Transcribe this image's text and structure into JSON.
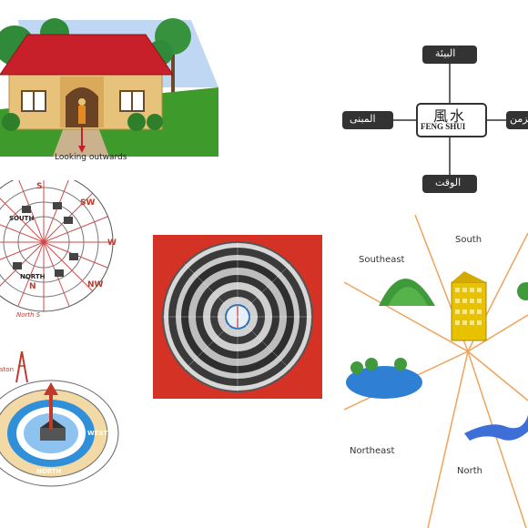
{
  "house_panel": {
    "caption": "Looking outwards"
  },
  "fengshui_diagram": {
    "center_chinese": "風水",
    "center_latin": "FENG SHUI",
    "top": "البيئة",
    "left": "المبنى",
    "right": "الزمن",
    "bottom": "الوقت"
  },
  "compass_left": {
    "labels": [
      "S",
      "SW",
      "W",
      "NW",
      "N",
      "NORTH",
      "SOUTH",
      "North S"
    ]
  },
  "compass_bottom": {
    "labels": [
      "NORTH",
      "WEST",
      "ston"
    ]
  },
  "directions_panel": {
    "labels": [
      "Southeast",
      "South",
      "Northeast",
      "North"
    ]
  },
  "colors": {
    "roof": "#c8202a",
    "wall": "#e7c27a",
    "grass": "#3f9a2c",
    "sky": "#bfd7f2",
    "lop_border": "#d33224",
    "building": "#e8c200",
    "lake": "#2f7fd4",
    "ray": "#f0a35a"
  }
}
